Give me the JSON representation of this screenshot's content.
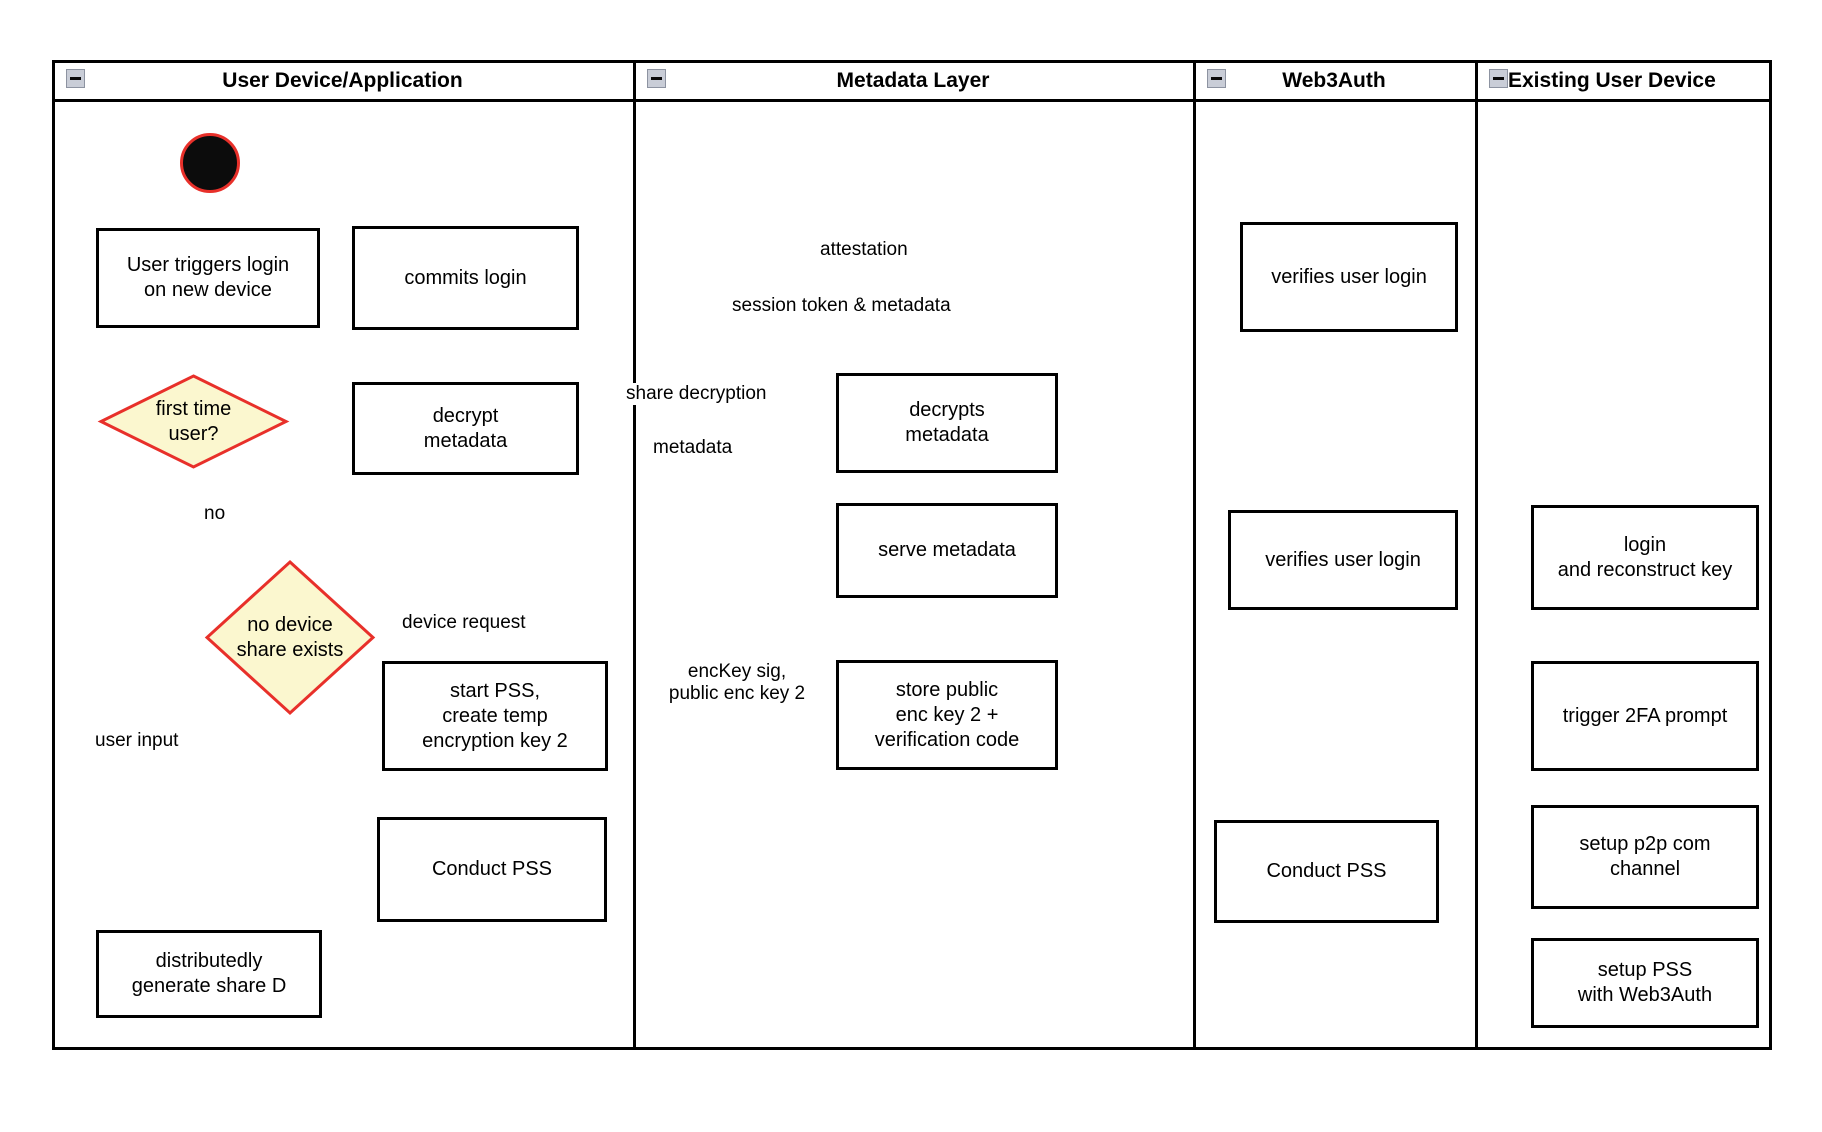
{
  "diagram": {
    "type": "swimlane-activity-diagram",
    "background": "#ffffff",
    "colors": {
      "node_border": "#000000",
      "node_fill": "#ffffff",
      "decision_fill": "#fbf7cf",
      "decision_border": "#e8302a",
      "edge": "#a65248",
      "lane_border": "#000000",
      "start_node_fill": "#0c0c0c",
      "start_node_border": "#e8302a"
    }
  },
  "lanes": [
    {
      "id": "lane-user-device",
      "title": "User Device/Application",
      "collapse_icon": "collapse-minus-icon"
    },
    {
      "id": "lane-metadata",
      "title": "Metadata Layer",
      "collapse_icon": "collapse-minus-icon"
    },
    {
      "id": "lane-web3auth",
      "title": "Web3Auth",
      "collapse_icon": "collapse-minus-icon"
    },
    {
      "id": "lane-existing-device",
      "title": "Existing User Device",
      "collapse_icon": "collapse-minus-icon"
    }
  ],
  "nodes": {
    "start": {
      "label": "",
      "name": "start-node"
    },
    "user_triggers_login": {
      "label": "User triggers login\non new device"
    },
    "commits_login": {
      "label": "commits login"
    },
    "verifies_user_login_top": {
      "label": "verifies user login"
    },
    "decrypt_metadata": {
      "label": "decrypt\nmetadata"
    },
    "decrypts_metadata": {
      "label": "decrypts\nmetadata"
    },
    "first_time_user": {
      "label": "first time\nuser?"
    },
    "serve_metadata": {
      "label": "serve metadata"
    },
    "verifies_user_login_mid": {
      "label": "verifies user login"
    },
    "login_and_reconstruct_key": {
      "label": "login\nand reconstruct key"
    },
    "no_device_share_exists": {
      "label": "no device\nshare exists"
    },
    "start_pss_create_temp_key": {
      "label": "start PSS,\ncreate temp\nencryption key 2"
    },
    "store_public_enc_key": {
      "label": "store public\nenc key 2 +\nverification code"
    },
    "trigger_2fa_prompt": {
      "label": "trigger 2FA prompt"
    },
    "setup_p2p_com_channel": {
      "label": "setup p2p com\nchannel"
    },
    "conduct_pss_user": {
      "label": "Conduct PSS"
    },
    "conduct_pss_web3auth": {
      "label": "Conduct PSS"
    },
    "setup_pss_with_web3auth": {
      "label": "setup PSS\nwith Web3Auth"
    },
    "distributedly_generate_share_d": {
      "label": "distributedly\ngenerate share D"
    }
  },
  "edge_labels": {
    "attestation": "attestation",
    "session_token_metadata": "session token & metadata",
    "share_decryption": "share decryption",
    "metadata": "metadata",
    "no": "no",
    "device_request": "device request",
    "user_input": "user input",
    "enckey_sig": "encKey sig,\npublic enc key 2"
  }
}
